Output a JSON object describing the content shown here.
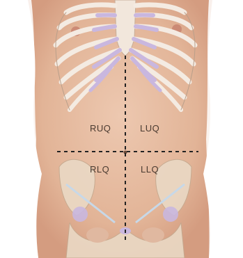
{
  "quadrants": {
    "ruq": "RUQ",
    "luq": "LUQ",
    "rlq": "RLQ",
    "llq": "LLQ"
  },
  "colors": {
    "background": "#ffffff",
    "skin": "#e9c3ab",
    "skin_shadow": "#d9a88c",
    "rib": "#f5ece3",
    "cartilage": "#c9b7df",
    "bone": "#e8dcc8",
    "line": "#222222"
  }
}
